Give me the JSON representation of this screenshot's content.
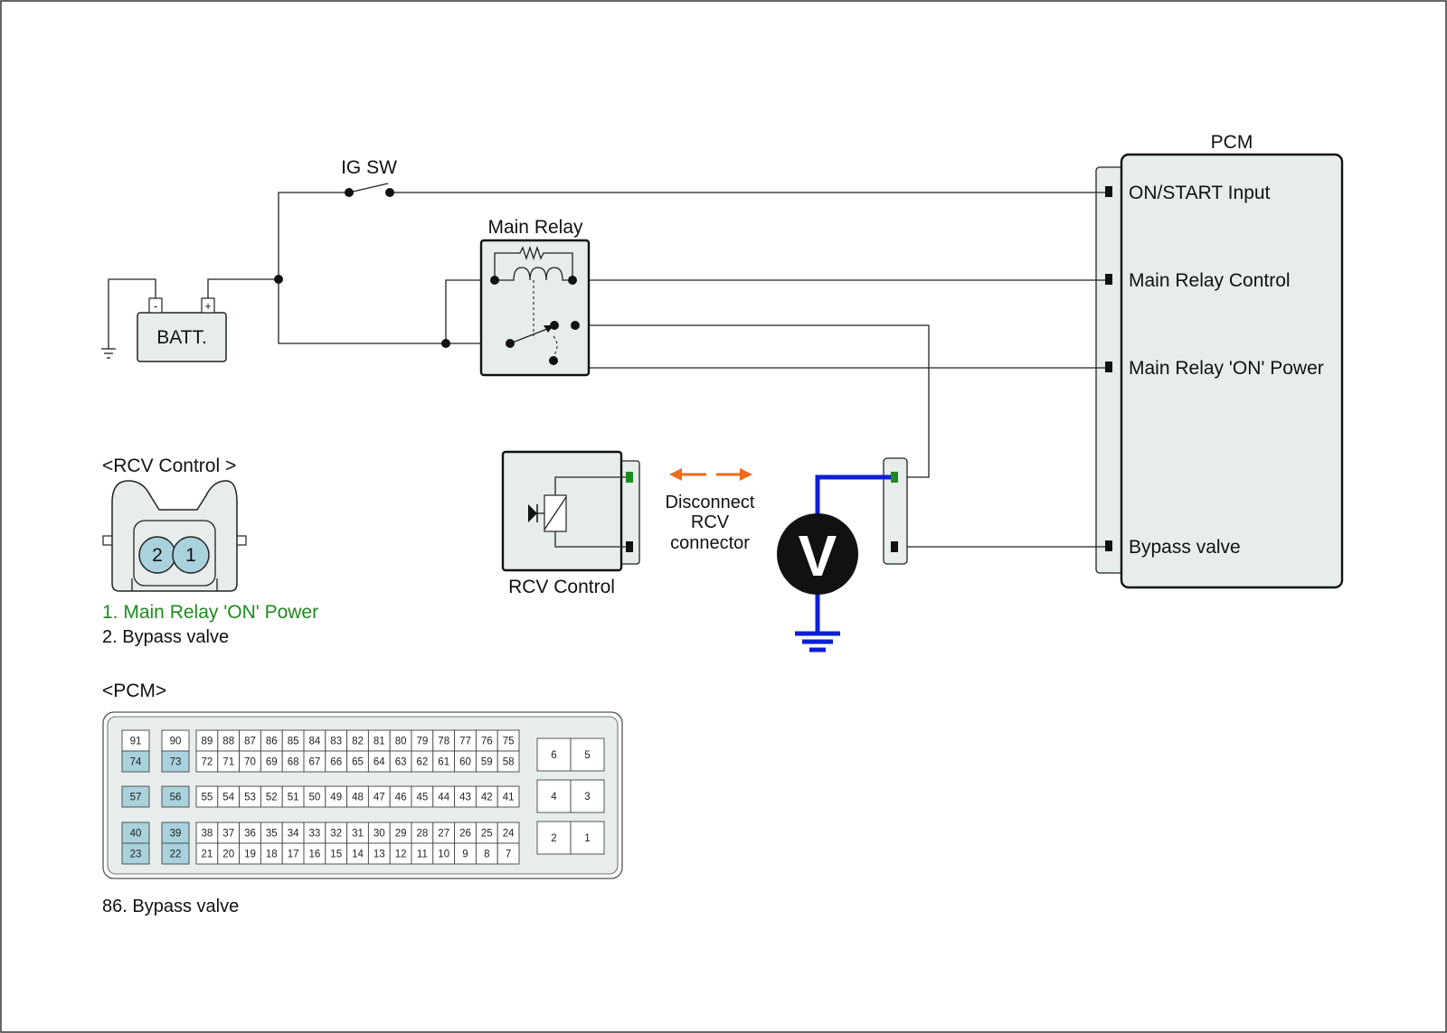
{
  "labels": {
    "ig_sw": "IG SW",
    "main_relay": "Main Relay",
    "battery": "BATT.",
    "battery_neg": "-",
    "battery_pos": "+",
    "pcm": "PCM",
    "rcv_control_title": "<RCV Control >",
    "rcv_control_name": "RCV Control",
    "disconnect": [
      "Disconnect",
      "RCV",
      "connector"
    ],
    "voltmeter": "V",
    "pcm_connector_title": "<PCM>"
  },
  "pcm_terminals": [
    "ON/START Input",
    "Main Relay Control",
    "Main Relay 'ON' Power",
    "Bypass valve"
  ],
  "rcv_connector": {
    "pins": [
      "2",
      "1"
    ],
    "legend": [
      "1. Main Relay 'ON' Power",
      "2. Bypass valve"
    ]
  },
  "pcm_connector": {
    "row1_left": [
      "91",
      "90"
    ],
    "row1": [
      "89",
      "88",
      "87",
      "86",
      "85",
      "84",
      "83",
      "82",
      "81",
      "80",
      "79",
      "78",
      "77",
      "76",
      "75"
    ],
    "row2_left": [
      "74",
      "73"
    ],
    "row2": [
      "72",
      "71",
      "70",
      "69",
      "68",
      "67",
      "66",
      "65",
      "64",
      "63",
      "62",
      "61",
      "60",
      "59",
      "58"
    ],
    "row3_left": [
      "57",
      "56"
    ],
    "row3": [
      "55",
      "54",
      "53",
      "52",
      "51",
      "50",
      "49",
      "48",
      "47",
      "46",
      "45",
      "44",
      "43",
      "42",
      "41"
    ],
    "row4_left": [
      "40",
      "39"
    ],
    "row4": [
      "38",
      "37",
      "36",
      "35",
      "34",
      "33",
      "32",
      "31",
      "30",
      "29",
      "28",
      "27",
      "26",
      "25",
      "24"
    ],
    "row5_left": [
      "23",
      "22"
    ],
    "row5": [
      "21",
      "20",
      "19",
      "18",
      "17",
      "16",
      "15",
      "14",
      "13",
      "12",
      "11",
      "10",
      "9",
      "8",
      "7"
    ],
    "power_pins": [
      [
        "6",
        "5"
      ],
      [
        "4",
        "3"
      ],
      [
        "2",
        "1"
      ]
    ],
    "legend": "86. Bypass valve"
  },
  "colors": {
    "measurement_lead": "#0a1fd6",
    "highlight_pin": "#a9d2dc",
    "component_fill": "#e7eded",
    "arrow": "#ee6a1c",
    "legend_green": "#1e8a1e",
    "terminal_green": "#1e8a1e"
  }
}
